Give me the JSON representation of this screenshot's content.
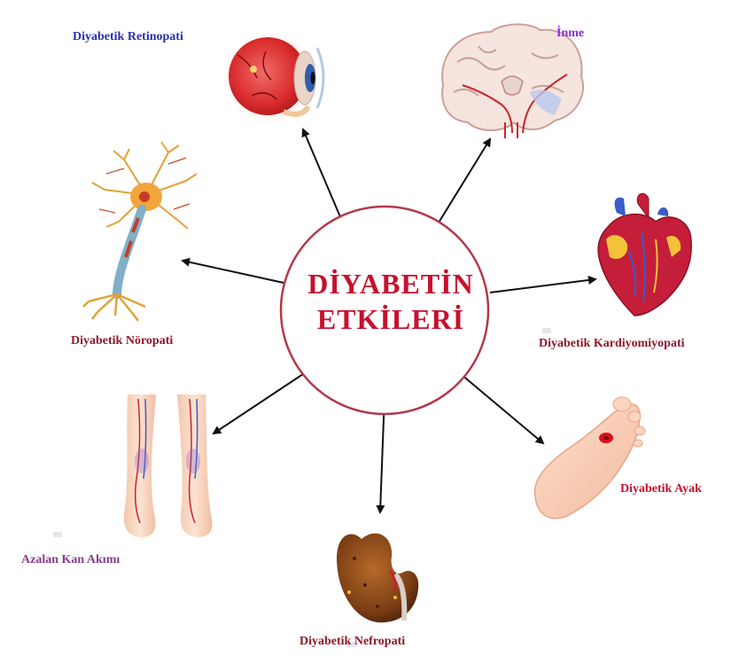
{
  "center": {
    "line1": "DİYABETİN",
    "line2": "ETKİLERİ",
    "title_color": "#c8102e",
    "ring_color": "#b23a4a"
  },
  "effects": [
    {
      "label": "Diyabetik Retinopati",
      "color": "#2b2fa8",
      "icon": "eye-icon"
    },
    {
      "label": "İnme",
      "color": "#8a2be2",
      "icon": "brain-icon"
    },
    {
      "label": "Diyabetik Nöropati",
      "color": "#8b1a2a",
      "icon": "neuron-icon"
    },
    {
      "label": "Diyabetik Kardiyomiyopati",
      "color": "#8b1a2a",
      "icon": "heart-icon"
    },
    {
      "label": "Azalan Kan Akımı",
      "color": "#8a3c8c",
      "icon": "legs-icon"
    },
    {
      "label": "Diyabetik Ayak",
      "color": "#c8102e",
      "icon": "foot-icon"
    },
    {
      "label": "Diyabetik Nefropati",
      "color": "#8b1a2a",
      "icon": "kidney-icon"
    }
  ]
}
